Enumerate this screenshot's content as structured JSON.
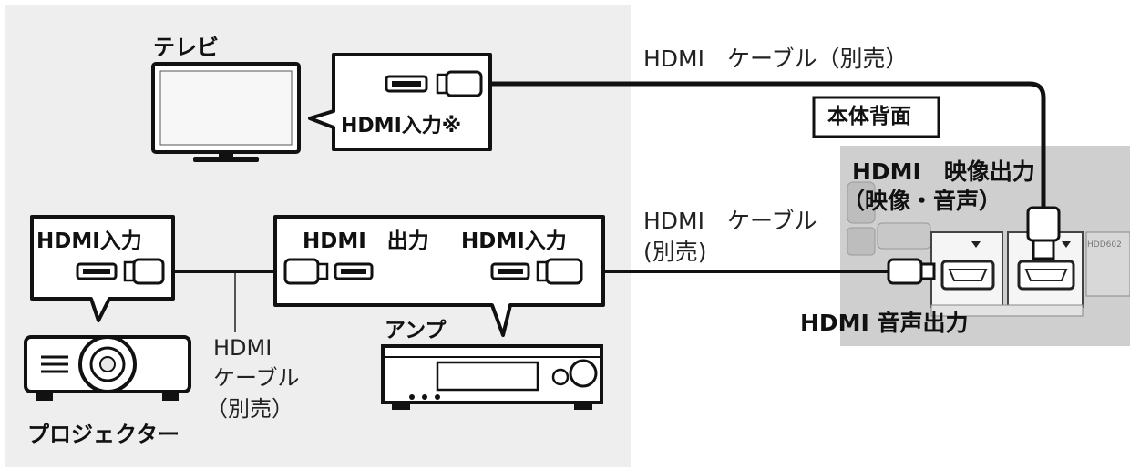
{
  "devices": {
    "tv": {
      "name": "テレビ",
      "input_label": "HDMI入力※"
    },
    "projector": {
      "name": "プロジェクター",
      "input_label": "HDMI入力"
    },
    "amplifier": {
      "name": "アンプ",
      "output_label": "HDMI　出力",
      "input_label": "HDMI入力"
    },
    "recorder": {
      "panel_title": "本体背面",
      "video_output_line1": "HDMI　映像出力",
      "video_output_line2": "（映像・音声）",
      "audio_output_label": "HDMI 音声出力"
    }
  },
  "cables": {
    "tv_cable": "HDMI　ケーブル（別売）",
    "amp_cable_line1": "HDMI　ケーブル",
    "amp_cable_line2": "(別売)",
    "projector_cable_line1": "HDMI",
    "projector_cable_line2": "ケーブル",
    "projector_cable_line3": "（別売）"
  },
  "colors": {
    "panel_bg": "#eeeeee",
    "rear_panel_bg": "#cfcfcf",
    "line": "#111111"
  }
}
